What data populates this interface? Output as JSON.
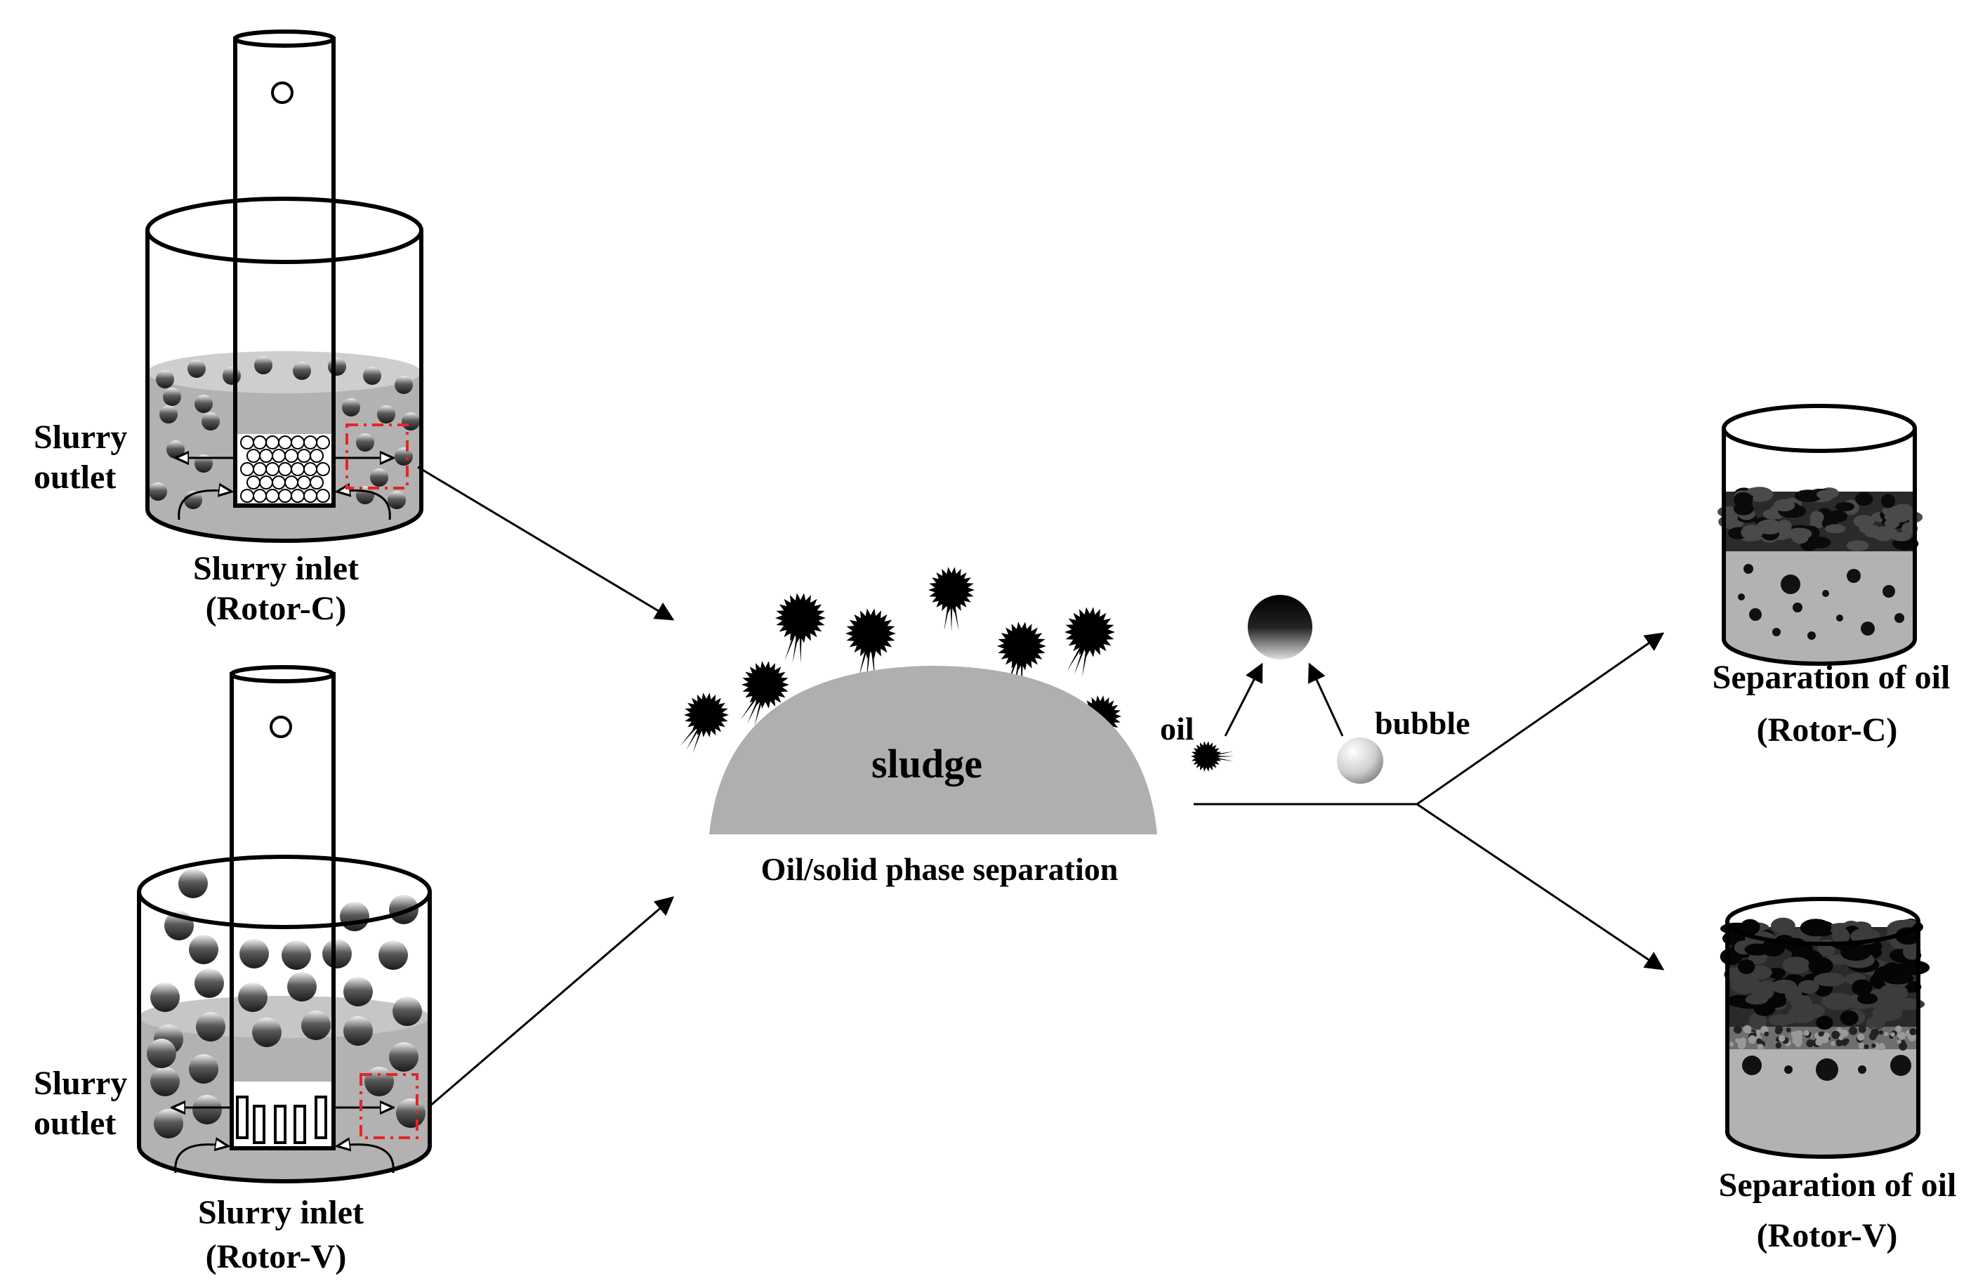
{
  "labels": {
    "outlet_c_line1": "Slurry",
    "outlet_c_line2": "outlet",
    "inlet_c": "Slurry inlet",
    "rotor_c": "(Rotor-C)",
    "outlet_v_line1": "Slurry",
    "outlet_v_line2": "outlet",
    "inlet_v": "Slurry inlet",
    "rotor_v": "(Rotor-V)",
    "sludge": "sludge",
    "phase_sep": "Oil/solid phase separation",
    "oil": "oil",
    "bubble": "bubble",
    "result_c_title": "Separation of oil",
    "result_c_rotor": "(Rotor-C)",
    "result_v_title": "Separation of oil",
    "result_v_rotor": "(Rotor-V)"
  },
  "colors": {
    "slurry": "#b3b1b1",
    "sludge": "#b0aeae",
    "highlight_box": "#e32626",
    "particle_dark": "#111111",
    "stroke": "#000000"
  }
}
